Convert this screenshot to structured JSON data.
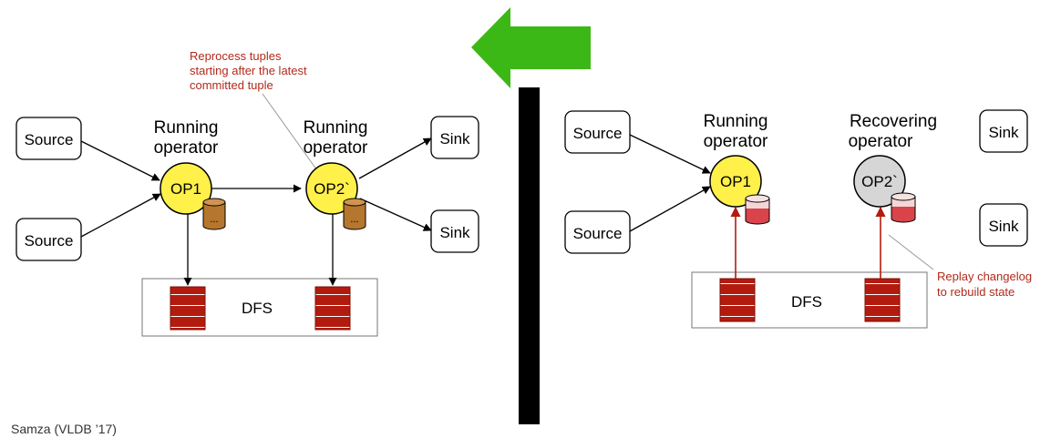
{
  "left": {
    "source_top": "Source",
    "source_bottom": "Source",
    "op1_caption": [
      "Running",
      "operator"
    ],
    "op1_label": "OP1",
    "op2_caption": [
      "Running",
      "operator"
    ],
    "op2_label": "OP2`",
    "sink_top": "Sink",
    "sink_bottom": "Sink",
    "storage_dots": "...",
    "dfs_label": "DFS",
    "note": [
      "Reprocess tuples",
      "starting after the latest",
      "committed tuple"
    ]
  },
  "right": {
    "source_top": "Source",
    "source_bottom": "Source",
    "op1_caption": [
      "Running",
      "operator"
    ],
    "op1_label": "OP1",
    "op2_caption": [
      "Recovering",
      "operator"
    ],
    "op2_label": "OP2`",
    "sink_top": "Sink",
    "sink_bottom": "Sink",
    "dfs_label": "DFS",
    "note": [
      "Replay changelog",
      "to rebuild state"
    ]
  },
  "footer": "Samza (VLDB ’17)",
  "colors": {
    "operator_running": "#fff04a",
    "operator_recovering": "#d6d6d6",
    "log_red": "#b31b0f",
    "annotation_red": "#b22a1a",
    "arrow_green": "#3cb816",
    "storage_brown": "#b5762e",
    "storage_red": "#d9434a"
  }
}
